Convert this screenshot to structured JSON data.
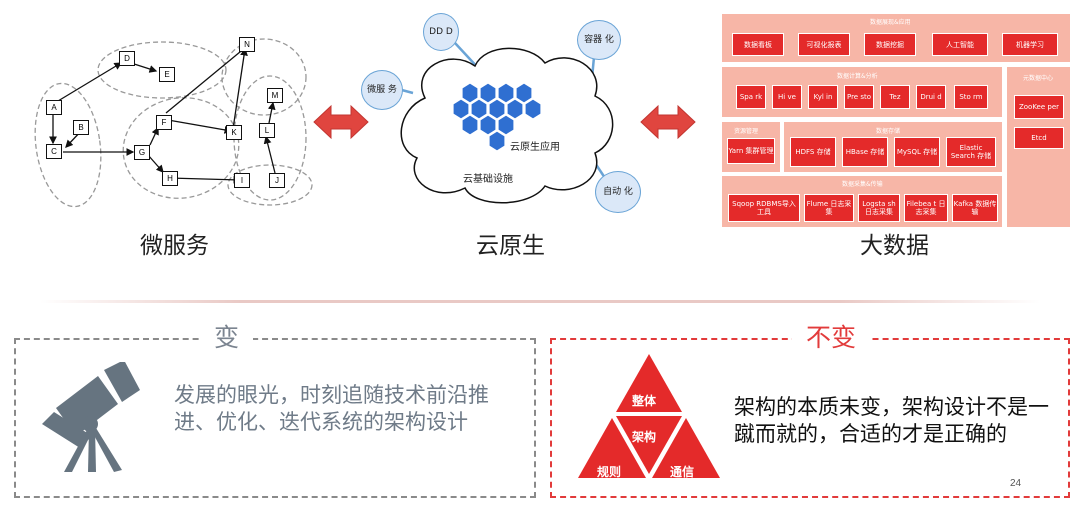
{
  "microservice": {
    "caption": "微服务",
    "nodes": [
      "A",
      "B",
      "C",
      "D",
      "E",
      "F",
      "G",
      "H",
      "I",
      "J",
      "K",
      "L",
      "M",
      "N"
    ]
  },
  "cloudnative": {
    "caption": "云原生",
    "bubble_ddd": "DD D",
    "bubble_micro": "微服 务",
    "bubble_container": "容器 化",
    "bubble_auto": "自动 化",
    "app_label": "云原生应用",
    "infra_label": "云基础设施"
  },
  "bigdata": {
    "caption": "大数据",
    "top_title": "数据展现&应用",
    "top_items": [
      "数据看板",
      "可视化报表",
      "数据挖掘",
      "人工智能",
      "机器学习"
    ],
    "compute_title": "数据计算&分析",
    "compute_items": [
      "Spa rk",
      "Hi ve",
      "Kyl in",
      "Pre sto",
      "Tez",
      "Drui d",
      "Sto rm"
    ],
    "meta_title": "元数据中心",
    "meta_items": [
      "ZooKee per",
      "Etcd"
    ],
    "resource_title": "资源管理",
    "resource_items": [
      "Yarn 集群管理"
    ],
    "storage_title": "数据存储",
    "storage_items": [
      "HDFS 存储",
      "HBase 存储",
      "MySQL 存储",
      "Elastic Search 存储"
    ],
    "collect_title": "数据采集&传输",
    "collect_items": [
      "Sqoop RDBMS导入工具",
      "Flume 日志采集",
      "Logsta sh 日志采集",
      "Filebea t 日志采集",
      "Kafka 数据传输"
    ]
  },
  "change": {
    "title": "变",
    "text": "发展的眼光，时刻追随技术前沿推进、优化、迭代系统的架构设计"
  },
  "nochange": {
    "title": "不变",
    "tri_top": "整体",
    "tri_center": "架构",
    "tri_left": "规则",
    "tri_right": "通信",
    "text": "架构的本质未变，架构设计不是一蹴而就的，合适的才是正确的"
  },
  "page_number": "24",
  "colors": {
    "accent": "#e42a2a",
    "panel": "#f7b6a7",
    "hex": "#2f6fd1",
    "gray": "#667480"
  }
}
